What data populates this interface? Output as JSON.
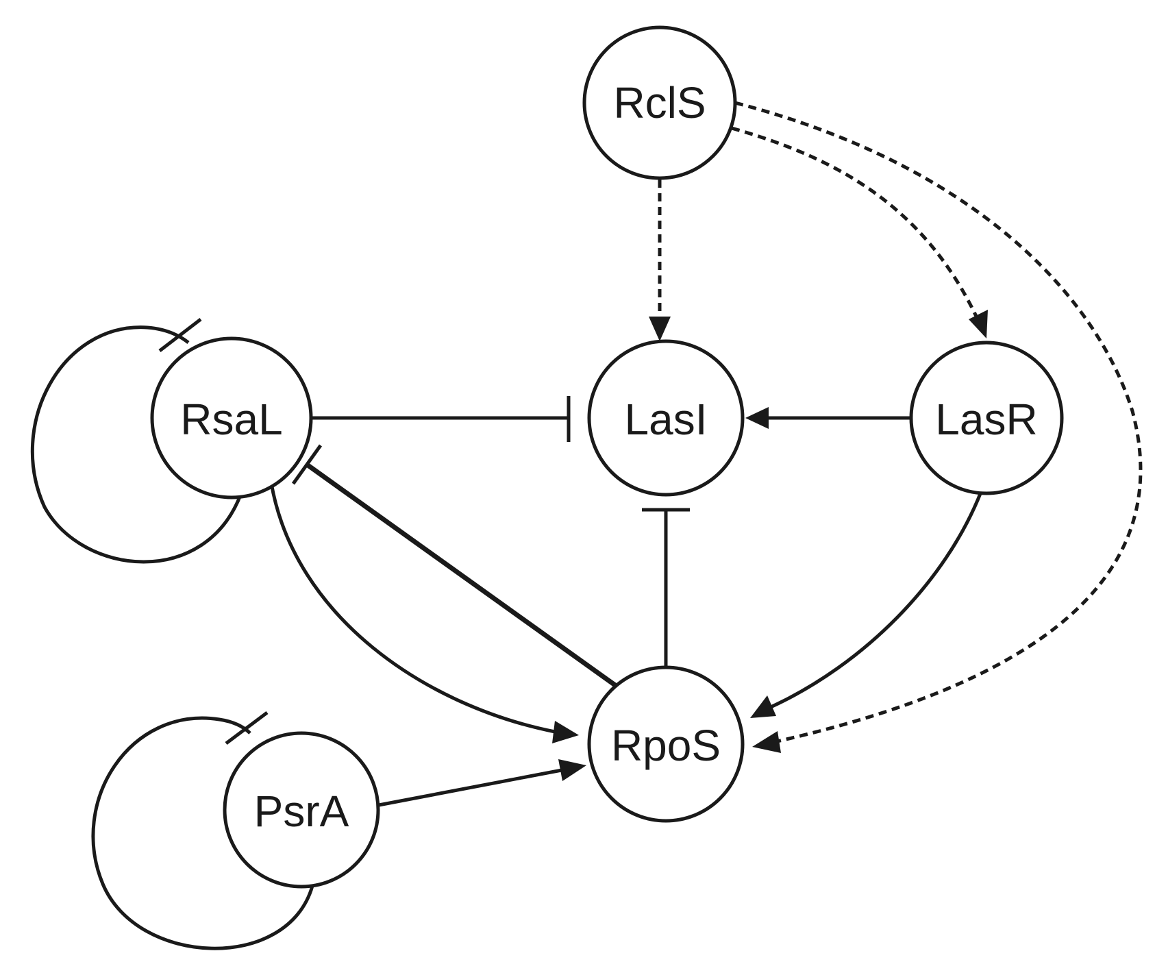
{
  "nodes": {
    "rcls": "RclS",
    "lasi": "LasI",
    "lasr": "LasR",
    "rsal": "RsaL",
    "rpos": "RpoS",
    "psra": "PsrA"
  },
  "edges": [
    {
      "from": "RclS",
      "to": "LasI",
      "type": "activation",
      "style": "dashed"
    },
    {
      "from": "RclS",
      "to": "LasR",
      "type": "activation",
      "style": "dashed"
    },
    {
      "from": "RclS",
      "to": "RpoS",
      "type": "activation",
      "style": "dashed"
    },
    {
      "from": "LasR",
      "to": "LasI",
      "type": "activation",
      "style": "solid"
    },
    {
      "from": "LasR",
      "to": "RpoS",
      "type": "activation",
      "style": "solid"
    },
    {
      "from": "RsaL",
      "to": "LasI",
      "type": "repression",
      "style": "solid"
    },
    {
      "from": "RpoS",
      "to": "LasI",
      "type": "repression",
      "style": "solid"
    },
    {
      "from": "RpoS",
      "to": "RsaL",
      "type": "repression",
      "style": "solid"
    },
    {
      "from": "RsaL",
      "to": "RpoS",
      "type": "activation",
      "style": "solid"
    },
    {
      "from": "PsrA",
      "to": "RpoS",
      "type": "activation",
      "style": "solid"
    },
    {
      "from": "RsaL",
      "to": "RsaL",
      "type": "repression",
      "style": "self-loop"
    },
    {
      "from": "PsrA",
      "to": "PsrA",
      "type": "repression",
      "style": "self-loop"
    }
  ]
}
